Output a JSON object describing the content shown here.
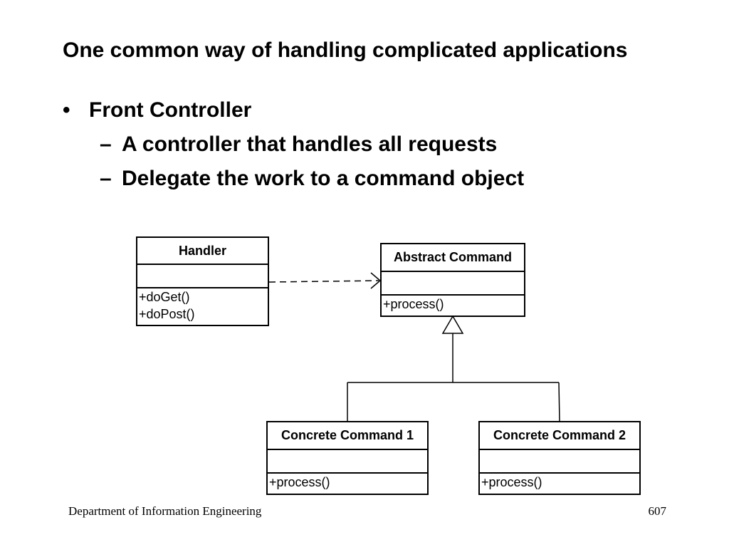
{
  "slide": {
    "title": "One common way of handling complicated applications",
    "bullets": [
      {
        "marker": "•",
        "text": "Front Controller"
      }
    ],
    "sub_bullets": [
      {
        "marker": "–",
        "text": "A controller that handles all requests"
      },
      {
        "marker": "–",
        "text": "Delegate the work to a command object"
      }
    ]
  },
  "diagram": {
    "handler": {
      "name": "Handler",
      "operations": [
        "+doGet()",
        "+doPost()"
      ]
    },
    "abstract_command": {
      "name": "Abstract Command",
      "operations": [
        "+process()"
      ]
    },
    "concrete_command_1": {
      "name": "Concrete Command 1",
      "operations": [
        "+process()"
      ]
    },
    "concrete_command_2": {
      "name": "Concrete Command 2",
      "operations": [
        "+process()"
      ]
    }
  },
  "footer": {
    "department": "Department of Information Engineering",
    "page_number": "607"
  }
}
